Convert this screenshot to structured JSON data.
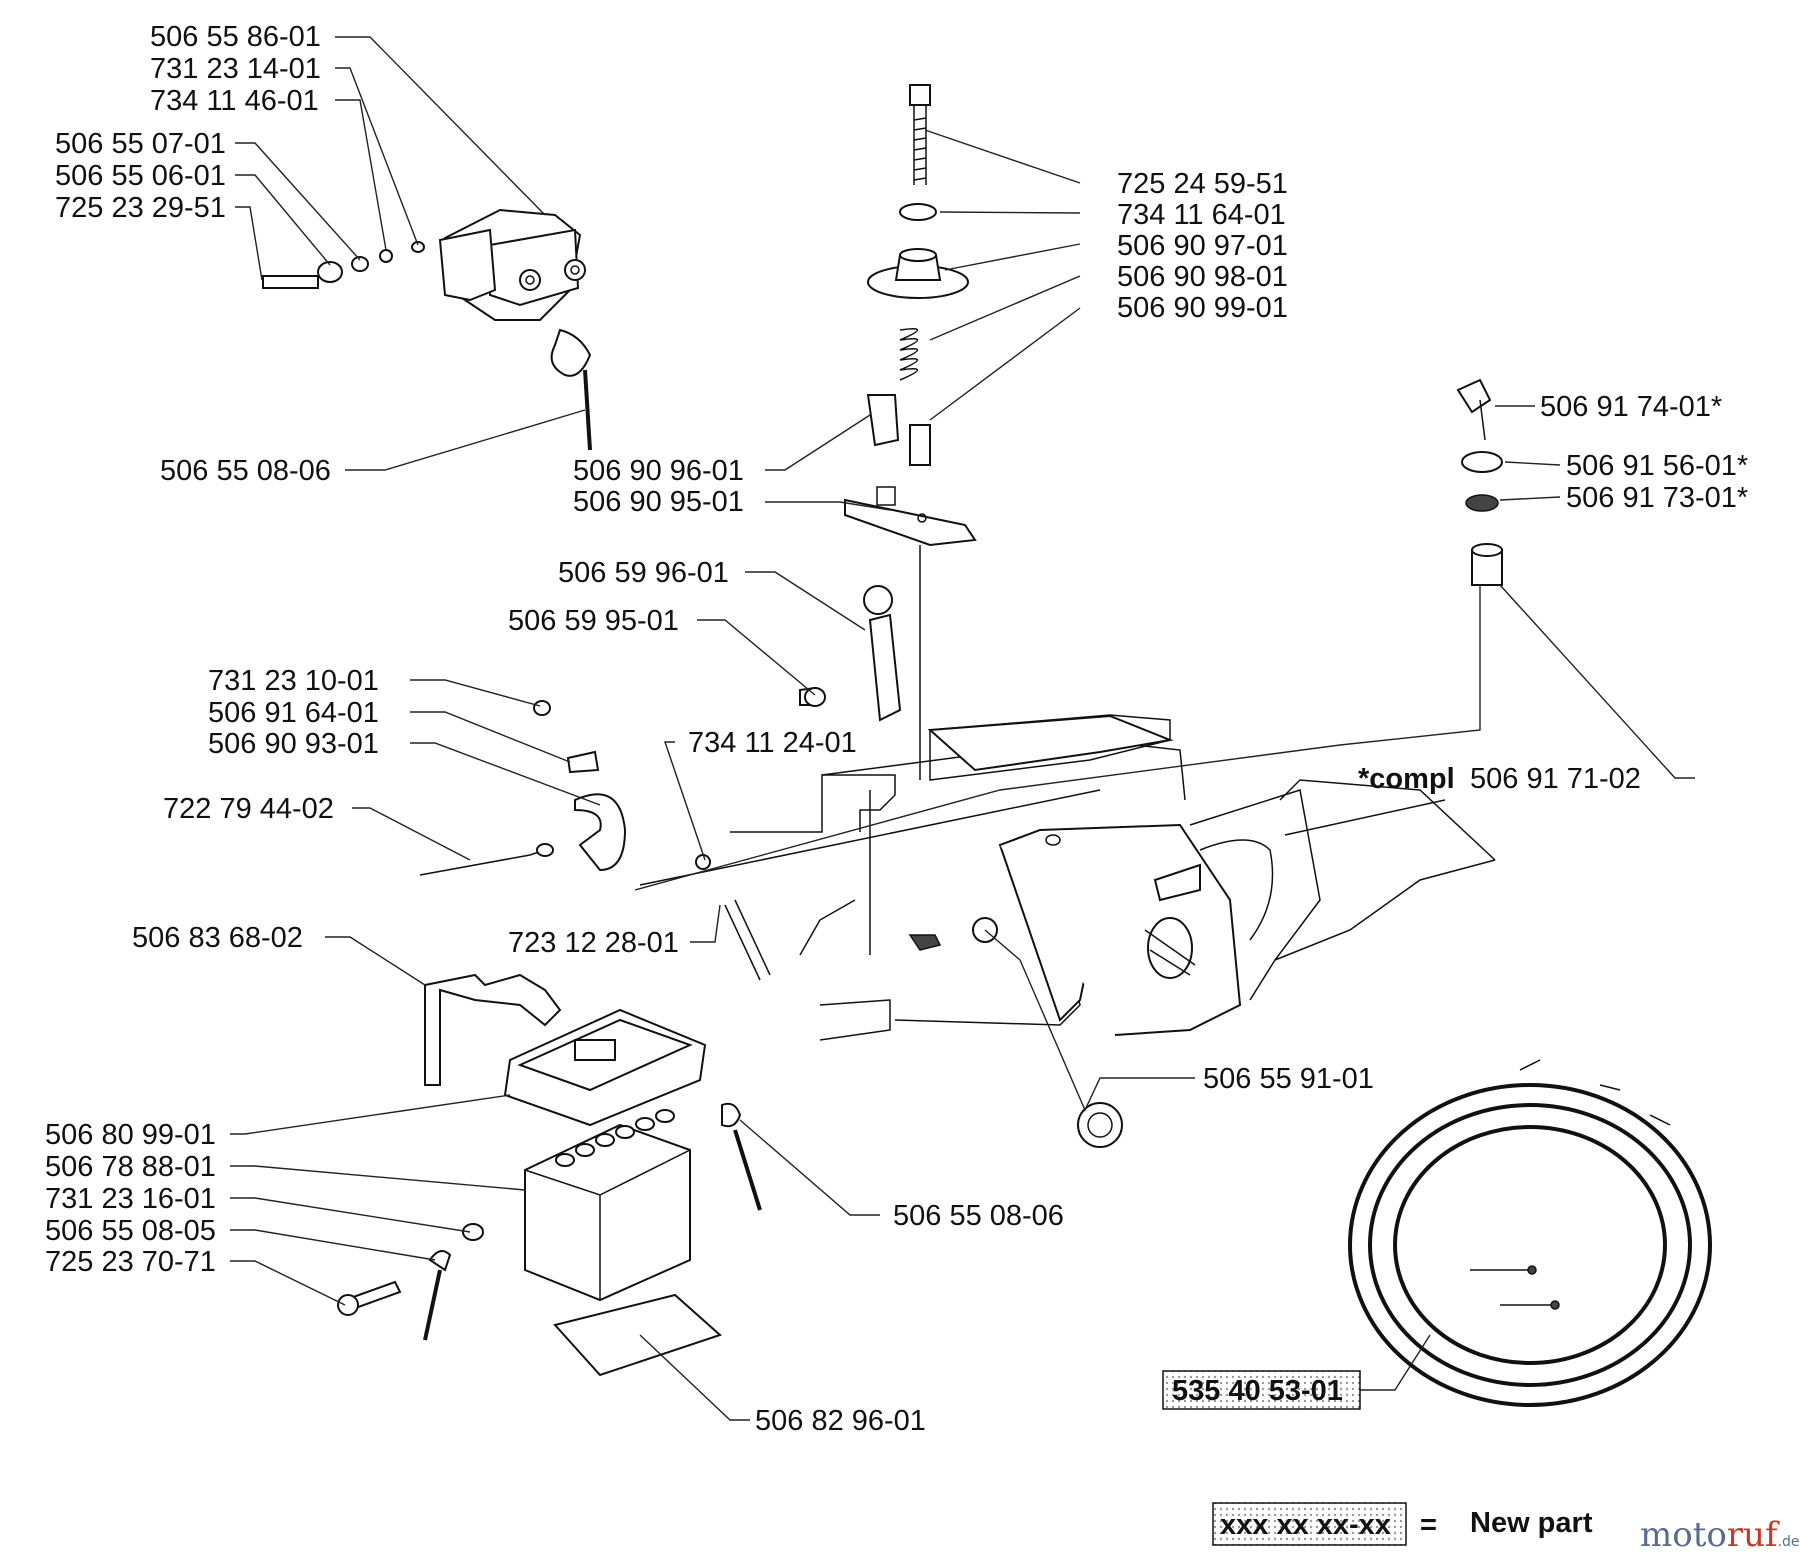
{
  "labels": {
    "p5065586": "506 55 86-01",
    "p7312314": "731 23 14-01",
    "p7341146": "734 11 46-01",
    "p5065507": "506 55 07-01",
    "p5065506": "506 55 06-01",
    "p7252329": "725 23 29-51",
    "p5065508_06a": "506 55 08-06",
    "p7252459": "725 24 59-51",
    "p7341164": "734 11 64-01",
    "p5069097": "506 90 97-01",
    "p5069098": "506 90 98-01",
    "p5069099": "506 90 99-01",
    "p5069096": "506 90 96-01",
    "p5069095": "506 90 95-01",
    "p5065996": "506 59 96-01",
    "p5065995": "506 59 95-01",
    "p7312310": "731 23 10-01",
    "p5069164": "506 91 64-01",
    "p5069093": "506 90 93-01",
    "p7227944": "722 79 44-02",
    "p7341124": "734 11 24-01",
    "p7231228": "723 12 28-01",
    "p5068368": "506 83 68-02",
    "p5069174": "506 91 74-01*",
    "p5069156": "506 91 56-01*",
    "p5069173": "506 91 73-01*",
    "compl_prefix": "*compl",
    "compl_number": "506 91 71-02",
    "p5065591": "506 55 91-01",
    "p5068099": "506 80 99-01",
    "p5067888": "506 78 88-01",
    "p7312316": "731 23 16-01",
    "p5065508_05": "506 55 08-05",
    "p7252370": "725 23 70-71",
    "p5065508_06b": "506 55 08-06",
    "p5068296": "506 82 96-01",
    "p5354053": "535 40 53-01"
  },
  "legend": {
    "sample": "xxx xx xx-xx",
    "equals": "=",
    "text": "New part"
  },
  "watermark": {
    "part1": "moto",
    "part2": "ruf",
    "part3": ".de"
  }
}
